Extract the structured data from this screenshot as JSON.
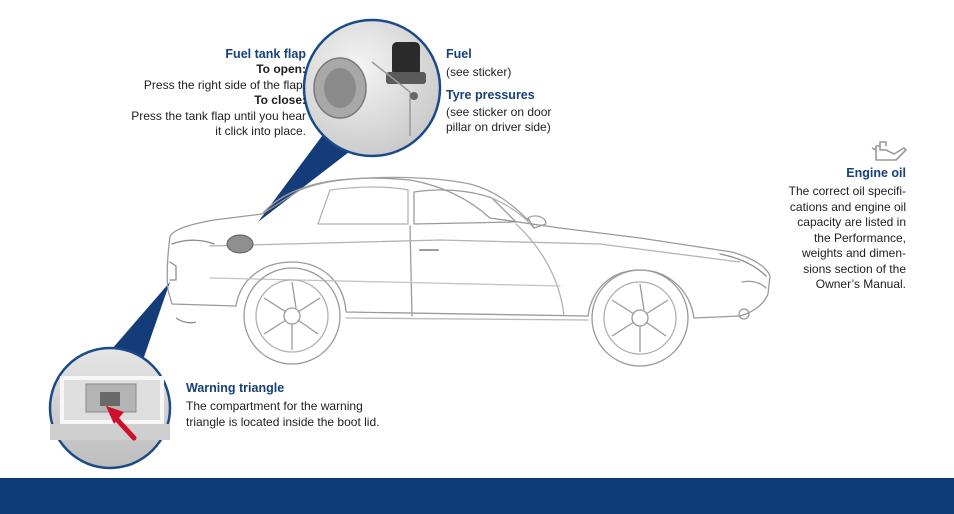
{
  "fuel_flap": {
    "title": "Fuel tank flap",
    "open_heading": "To open:",
    "open_text": "Press the right side of the flap.",
    "close_heading": "To close:",
    "close_text_1": "Press the tank flap until you hear",
    "close_text_2": "it click into place."
  },
  "fuel": {
    "title": "Fuel",
    "text": "(see sticker)"
  },
  "tyre": {
    "title": "Tyre pressures",
    "text_1": "(see sticker on door",
    "text_2": "pillar on driver side)"
  },
  "engine_oil": {
    "icon": "oil-can-icon",
    "title": "Engine oil",
    "lines": [
      "The correct oil specifi-",
      "cations and engine oil",
      "capacity are listed in",
      "the Performance,",
      "weights and dimen-",
      "sions section of the",
      "Owner’s Manual."
    ]
  },
  "warning_triangle": {
    "title": "Warning triangle",
    "text_1": "The compartment for the warning",
    "text_2": "triangle is located inside the boot lid."
  },
  "colors": {
    "title_blue": "#16407a",
    "footer_blue": "#0d3b78",
    "callout_blue": "#143c78",
    "arrow_red": "#d0102a"
  }
}
